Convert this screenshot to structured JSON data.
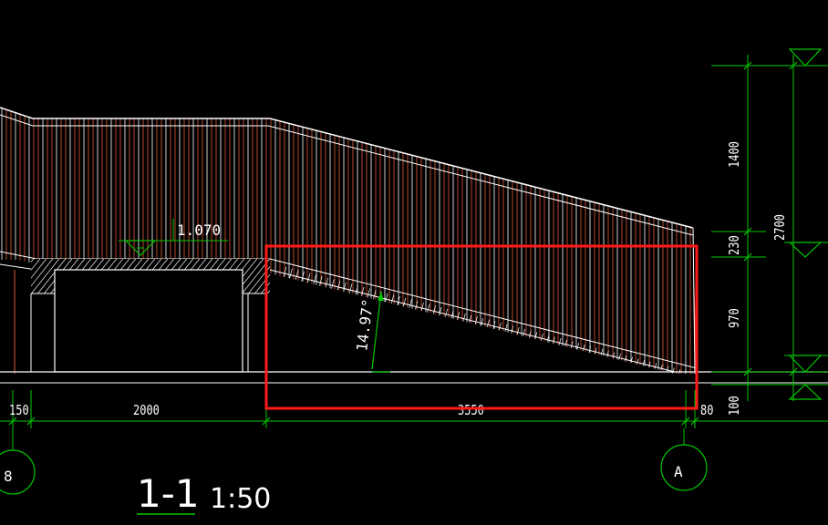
{
  "drawing": {
    "elevation_label": "1.070",
    "angle_label": "14.97°",
    "section_title": "1-1",
    "scale_label": "1:50",
    "grid_bubbles": [
      {
        "label": "8"
      },
      {
        "label": "A"
      }
    ],
    "bottom_dimensions": [
      "150",
      "2000",
      "3550",
      "80"
    ],
    "right_dimensions_inner": [
      "1400",
      "230",
      "970",
      "100"
    ],
    "right_dimension_total": "2700",
    "colors": {
      "hatch": "#e05a3a",
      "line": "#ffffff",
      "dimension": "#00c800",
      "selection_box": "#ff1a1a",
      "background": "#000000"
    }
  }
}
